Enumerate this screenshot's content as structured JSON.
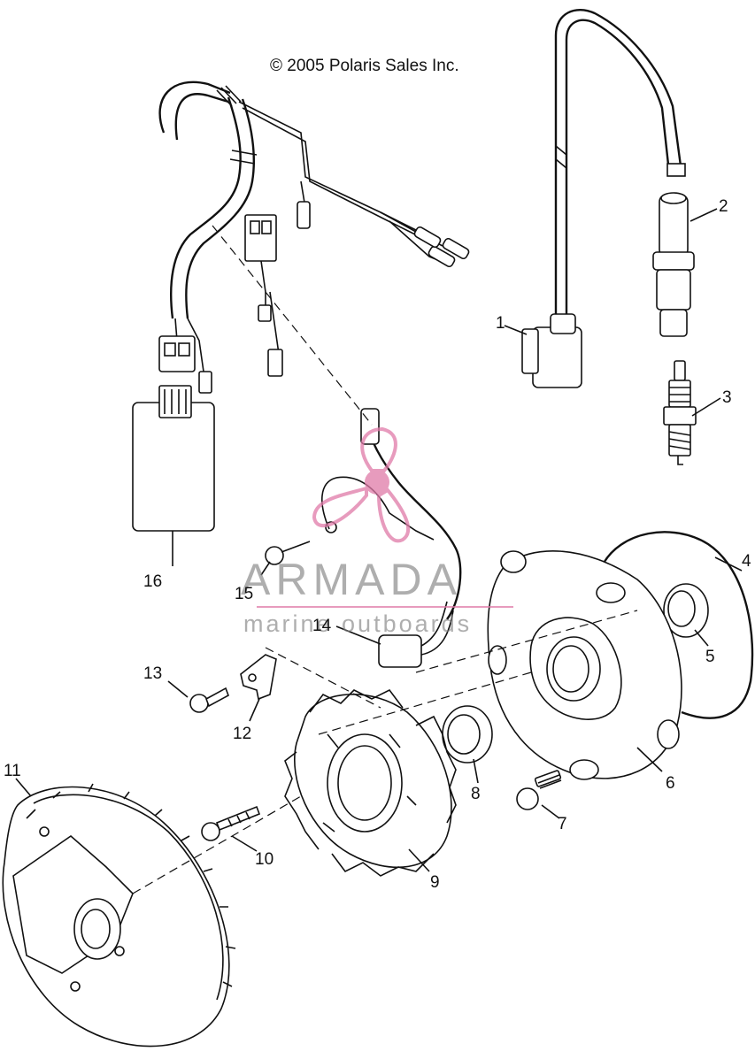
{
  "copyright": "© 2005 Polaris Sales Inc.",
  "watermark": {
    "brand": "ARMADA",
    "tagline": "marine outboards",
    "color": "#e07aa8"
  },
  "callouts": [
    {
      "id": "1",
      "text": "1"
    },
    {
      "id": "2",
      "text": "2"
    },
    {
      "id": "3",
      "text": "3"
    },
    {
      "id": "4",
      "text": "4"
    },
    {
      "id": "5",
      "text": "5"
    },
    {
      "id": "6",
      "text": "6"
    },
    {
      "id": "7",
      "text": "7"
    },
    {
      "id": "8",
      "text": "8"
    },
    {
      "id": "9",
      "text": "9"
    },
    {
      "id": "10",
      "text": "10"
    },
    {
      "id": "11",
      "text": "11"
    },
    {
      "id": "12",
      "text": "12"
    },
    {
      "id": "13",
      "text": "13"
    },
    {
      "id": "14",
      "text": "14"
    },
    {
      "id": "15",
      "text": "15"
    },
    {
      "id": "16",
      "text": "16"
    }
  ]
}
